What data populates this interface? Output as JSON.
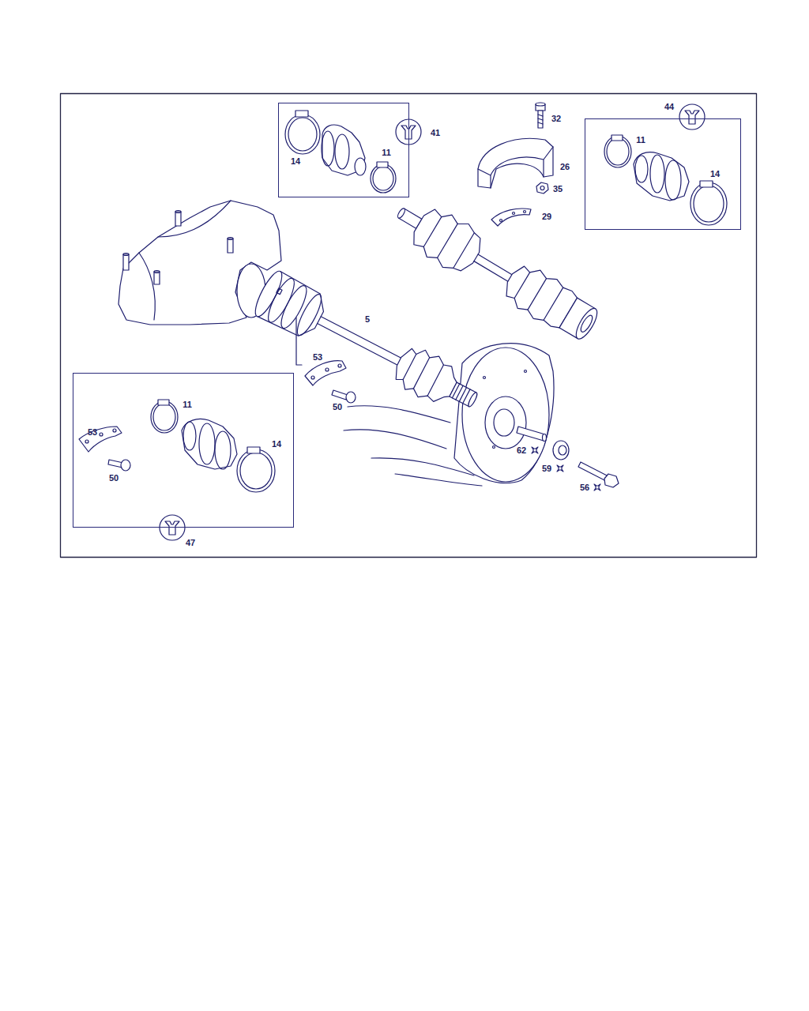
{
  "diagram": {
    "nodes": [
      {
        "text": [
          "14",
          "11",
          "41"
        ]
      },
      {
        "text": [
          "44",
          "11",
          "14"
        ]
      },
      {
        "text": [
          "11",
          "53",
          "14",
          "50",
          "47"
        ]
      }
    ],
    "labels": [
      "32",
      "26",
      "35",
      "29",
      "5",
      "53",
      "50",
      "62",
      "59",
      "56"
    ]
  }
}
